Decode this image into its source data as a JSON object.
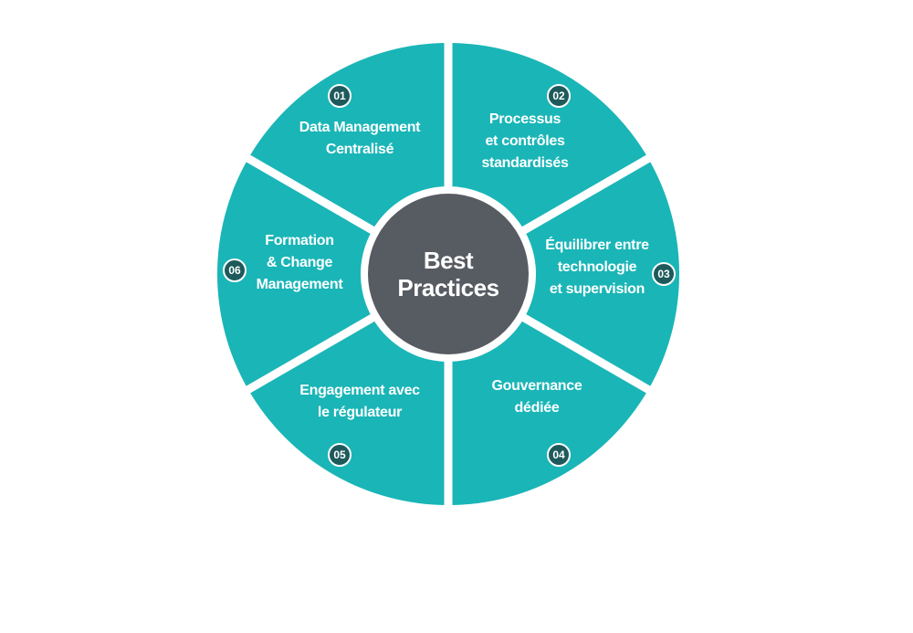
{
  "colors": {
    "segment": "#1ab5b7",
    "center": "#575b62",
    "badge": "#1e5a5c",
    "separator": "#ffffff"
  },
  "center": {
    "line1": "Best",
    "line2": "Practices"
  },
  "segments": [
    {
      "number": "01",
      "lines": [
        "Data Management",
        "Centralisé"
      ]
    },
    {
      "number": "02",
      "lines": [
        "Processus",
        "et contrôles",
        "standardisés"
      ]
    },
    {
      "number": "03",
      "lines": [
        "Équilibrer entre",
        "technologie",
        "et supervision"
      ]
    },
    {
      "number": "04",
      "lines": [
        "Gouvernance",
        "dédiée"
      ]
    },
    {
      "number": "05",
      "lines": [
        "Engagement avec",
        "le régulateur"
      ]
    },
    {
      "number": "06",
      "lines": [
        "Formation",
        "& Change",
        "Management"
      ]
    }
  ]
}
